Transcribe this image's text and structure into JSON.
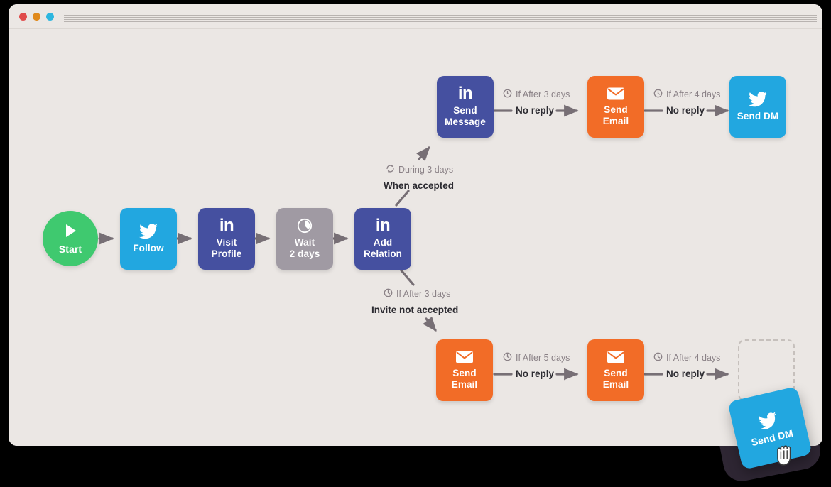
{
  "window": {
    "traffic_lights": [
      {
        "name": "close",
        "color": "#e04b4b"
      },
      {
        "name": "minimize",
        "color": "#e0891c"
      },
      {
        "name": "maximize",
        "color": "#2db6df"
      }
    ],
    "address_placeholder": ""
  },
  "palette": {
    "background": "#ebe7e4",
    "blue": "#22a7e0",
    "purple": "#4550a0",
    "orange": "#f26c27",
    "grey": "#a09aa3",
    "green": "#3fc96f",
    "text_dark": "#2c2b31",
    "text_muted": "#8a8186",
    "ghost_border": "#c6c0bc"
  },
  "flow": {
    "nodes": [
      {
        "id": "start",
        "label": "Start",
        "icon": "play-icon",
        "type": "start",
        "color": "#3fc96f"
      },
      {
        "id": "follow",
        "label": "Follow",
        "icon": "twitter-icon",
        "type": "action",
        "color": "#22a7e0"
      },
      {
        "id": "visit",
        "label": "Visit\nProfile",
        "label_line1": "Visit",
        "label_line2": "Profile",
        "icon": "linkedin-icon",
        "type": "action",
        "color": "#4550a0"
      },
      {
        "id": "wait",
        "label": "Wait\n2 days",
        "label_line1": "Wait",
        "label_line2": "2 days",
        "icon": "clock-pie-icon",
        "type": "delay",
        "color": "#a09aa3"
      },
      {
        "id": "add_relation",
        "label": "Add\nRelation",
        "label_line1": "Add",
        "label_line2": "Relation",
        "icon": "linkedin-icon",
        "type": "action",
        "color": "#4550a0"
      },
      {
        "id": "send_message",
        "label": "Send\nMessage",
        "label_line1": "Send",
        "label_line2": "Message",
        "icon": "linkedin-icon",
        "type": "action",
        "color": "#4550a0"
      },
      {
        "id": "send_email_t",
        "label": "Send\nEmail",
        "label_line1": "Send",
        "label_line2": "Email",
        "icon": "envelope-icon",
        "type": "action",
        "color": "#f26c27"
      },
      {
        "id": "send_dm",
        "label": "Send DM",
        "icon": "twitter-icon",
        "type": "action",
        "color": "#22a7e0"
      },
      {
        "id": "send_email_b1",
        "label": "Send\nEmail",
        "label_line1": "Send",
        "label_line2": "Email",
        "icon": "envelope-icon",
        "type": "action",
        "color": "#f26c27"
      },
      {
        "id": "send_email_b2",
        "label": "Send\nEmail",
        "label_line1": "Send",
        "label_line2": "Email",
        "icon": "envelope-icon",
        "type": "action",
        "color": "#f26c27"
      },
      {
        "id": "drop_zone",
        "label": "",
        "icon": "",
        "type": "placeholder",
        "color": "transparent"
      }
    ],
    "branches": {
      "accepted": {
        "condition": "During 3 days",
        "condition_icon": "repeat-icon",
        "label": "When accepted"
      },
      "not_accepted": {
        "condition": "If After 3 days",
        "condition_icon": "clock-icon",
        "label": "Invite not accepted"
      }
    },
    "edges": [
      {
        "id": "e1",
        "condition": "If After 3 days",
        "condition_icon": "clock-icon",
        "label": "No reply",
        "from": "send_message",
        "to": "send_email_t"
      },
      {
        "id": "e2",
        "condition": "If After 4 days",
        "condition_icon": "clock-icon",
        "label": "No reply",
        "from": "send_email_t",
        "to": "send_dm"
      },
      {
        "id": "e3",
        "condition": "If After 5 days",
        "condition_icon": "clock-icon",
        "label": "No reply",
        "from": "send_email_b1",
        "to": "send_email_b2"
      },
      {
        "id": "e4",
        "condition": "If After 4 days",
        "condition_icon": "clock-icon",
        "label": "No reply",
        "from": "send_email_b2",
        "to": "drop_zone"
      }
    ]
  },
  "drag": {
    "card_label": "Send DM",
    "card_icon": "twitter-icon",
    "cursor": "grab-hand-cursor"
  }
}
